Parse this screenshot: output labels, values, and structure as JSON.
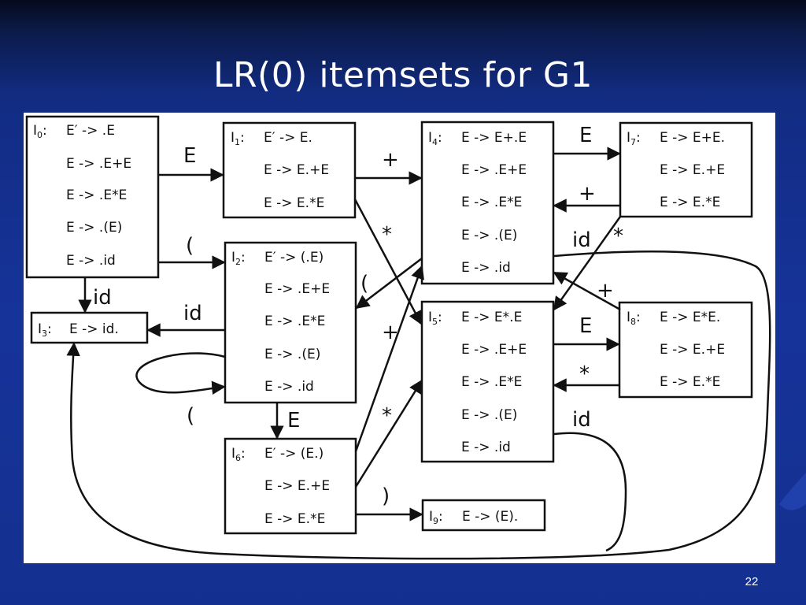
{
  "slide": {
    "title": "LR(0) itemsets for G1",
    "page_number": "22"
  },
  "states": {
    "I0": {
      "name": "I",
      "index": "0",
      "items": [
        "E′ -> .E",
        "E -> .E+E",
        "E -> .E*E",
        "E -> .(E)",
        "E -> .id"
      ]
    },
    "I1": {
      "name": "I",
      "index": "1",
      "items": [
        "E′ -> E.",
        "E -> E.+E",
        "E -> E.*E"
      ]
    },
    "I2": {
      "name": "I",
      "index": "2",
      "items": [
        "E′ -> (.E)",
        "E -> .E+E",
        "E -> .E*E",
        "E -> .(E)",
        "E -> .id"
      ]
    },
    "I3": {
      "name": "I",
      "index": "3",
      "items": [
        "E -> id."
      ]
    },
    "I4": {
      "name": "I",
      "index": "4",
      "items": [
        "E -> E+.E",
        "E -> .E+E",
        "E -> .E*E",
        "E -> .(E)",
        "E -> .id"
      ]
    },
    "I5": {
      "name": "I",
      "index": "5",
      "items": [
        "E -> E*.E",
        "E -> .E+E",
        "E -> .E*E",
        "E -> .(E)",
        "E -> .id"
      ]
    },
    "I6": {
      "name": "I",
      "index": "6",
      "items": [
        "E′ -> (E.)",
        "E -> E.+E",
        "E -> E.*E"
      ]
    },
    "I7": {
      "name": "I",
      "index": "7",
      "items": [
        "E -> E+E.",
        "E -> E.+E",
        "E -> E.*E"
      ]
    },
    "I8": {
      "name": "I",
      "index": "8",
      "items": [
        "E -> E*E.",
        "E -> E.+E",
        "E -> E.*E"
      ]
    },
    "I9": {
      "name": "I",
      "index": "9",
      "items": [
        "E -> (E)."
      ]
    }
  },
  "transitions": [
    {
      "from": "I0",
      "to": "I1",
      "symbol": "E"
    },
    {
      "from": "I0",
      "to": "I2",
      "symbol": "("
    },
    {
      "from": "I0",
      "to": "I3",
      "symbol": "id"
    },
    {
      "from": "I1",
      "to": "I4",
      "symbol": "+"
    },
    {
      "from": "I1",
      "to": "I5",
      "symbol": "*"
    },
    {
      "from": "I2",
      "to": "I3",
      "symbol": "id"
    },
    {
      "from": "I2",
      "to": "I2",
      "symbol": "("
    },
    {
      "from": "I2",
      "to": "I6",
      "symbol": "E"
    },
    {
      "from": "I4",
      "to": "I7",
      "symbol": "E"
    },
    {
      "from": "I4",
      "to": "I2",
      "symbol": "("
    },
    {
      "from": "I4",
      "to": "I3",
      "symbol": "id"
    },
    {
      "from": "I5",
      "to": "I8",
      "symbol": "E"
    },
    {
      "from": "I5",
      "to": "I3",
      "symbol": "id"
    },
    {
      "from": "I6",
      "to": "I4",
      "symbol": "+"
    },
    {
      "from": "I6",
      "to": "I5",
      "symbol": "*"
    },
    {
      "from": "I6",
      "to": "I9",
      "symbol": ")"
    },
    {
      "from": "I7",
      "to": "I4",
      "symbol": "+"
    },
    {
      "from": "I7",
      "to": "I5",
      "symbol": "*"
    },
    {
      "from": "I8",
      "to": "I4",
      "symbol": "+"
    },
    {
      "from": "I8",
      "to": "I5",
      "symbol": "*"
    }
  ],
  "colors": {
    "background": "#14308f",
    "panel": "#ffffff",
    "ink": "#111111"
  }
}
